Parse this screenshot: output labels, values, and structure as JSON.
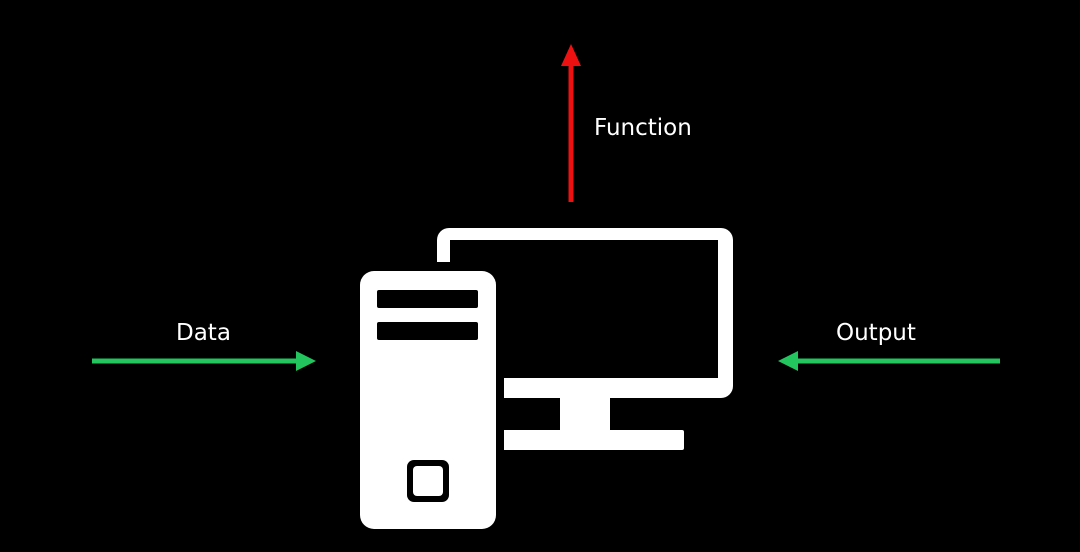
{
  "labels": {
    "input": "Data",
    "output": "Output",
    "function": "Function"
  },
  "colors": {
    "background": "#000000",
    "input_arrow": "#22c55e",
    "output_arrow": "#22c55e",
    "function_arrow": "#ee1111",
    "computer": "#ffffff",
    "text": "#ffffff"
  },
  "icons": {
    "computer": "desktop-computer-icon",
    "input_arrow": "arrow-right-icon",
    "output_arrow": "arrow-left-icon",
    "function_arrow": "arrow-up-icon"
  }
}
